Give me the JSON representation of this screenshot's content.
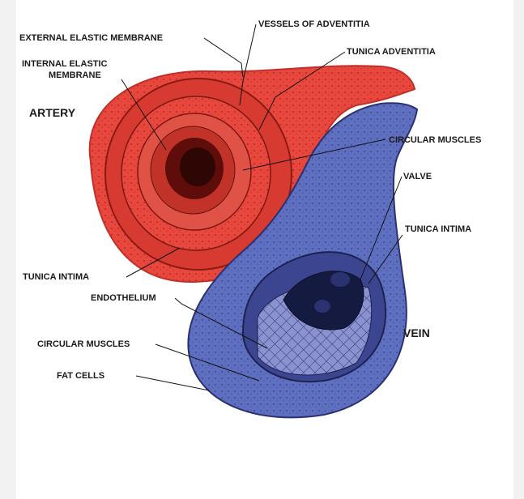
{
  "labels": {
    "external_elastic_membrane": "EXTERNAL ELASTIC MEMBRANE",
    "vessels_of_adventitia": "VESSELS OF ADVENTITIA",
    "tunica_adventitia": "TUNICA ADVENTITIA",
    "internal_elastic_membrane_line1": "INTERNAL ELASTIC",
    "internal_elastic_membrane_line2": "MEMBRANE",
    "artery": "ARTERY",
    "circular_muscles_artery": "CIRCULAR MUSCLES",
    "valve": "VALVE",
    "tunica_intima_vein": "TUNICA INTIMA",
    "tunica_intima_artery": "TUNICA INTIMA",
    "endothelium": "ENDOTHELIUM",
    "vein": "VEIN",
    "circular_muscles_vein": "CIRCULAR MUSCLES",
    "fat_cells": "FAT CELLS"
  },
  "colors": {
    "artery_red": "#e8473d",
    "artery_dark": "#8a1a14",
    "vein_blue": "#5f6fc0",
    "vein_dark": "#1d2250",
    "background": "#ffffff"
  }
}
